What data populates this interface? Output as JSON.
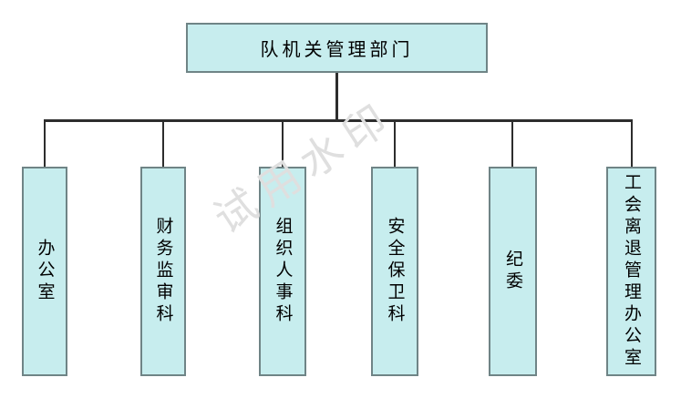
{
  "diagram": {
    "type": "org-chart",
    "root": {
      "label": "队机关管理部门"
    },
    "departments": [
      {
        "label": "办公室"
      },
      {
        "label": "财务监审科"
      },
      {
        "label": "组织人事科"
      },
      {
        "label": "安全保卫科"
      },
      {
        "label": "纪委"
      },
      {
        "label": "工会离退管理办公室"
      }
    ]
  },
  "watermark": {
    "text": "试用水印"
  },
  "colors": {
    "box_fill": "#c7edee",
    "box_border": "#6f8486",
    "connector": "#2d2d2d",
    "watermark": "#dfdfdf",
    "background": "#ffffff",
    "text": "#000000"
  }
}
